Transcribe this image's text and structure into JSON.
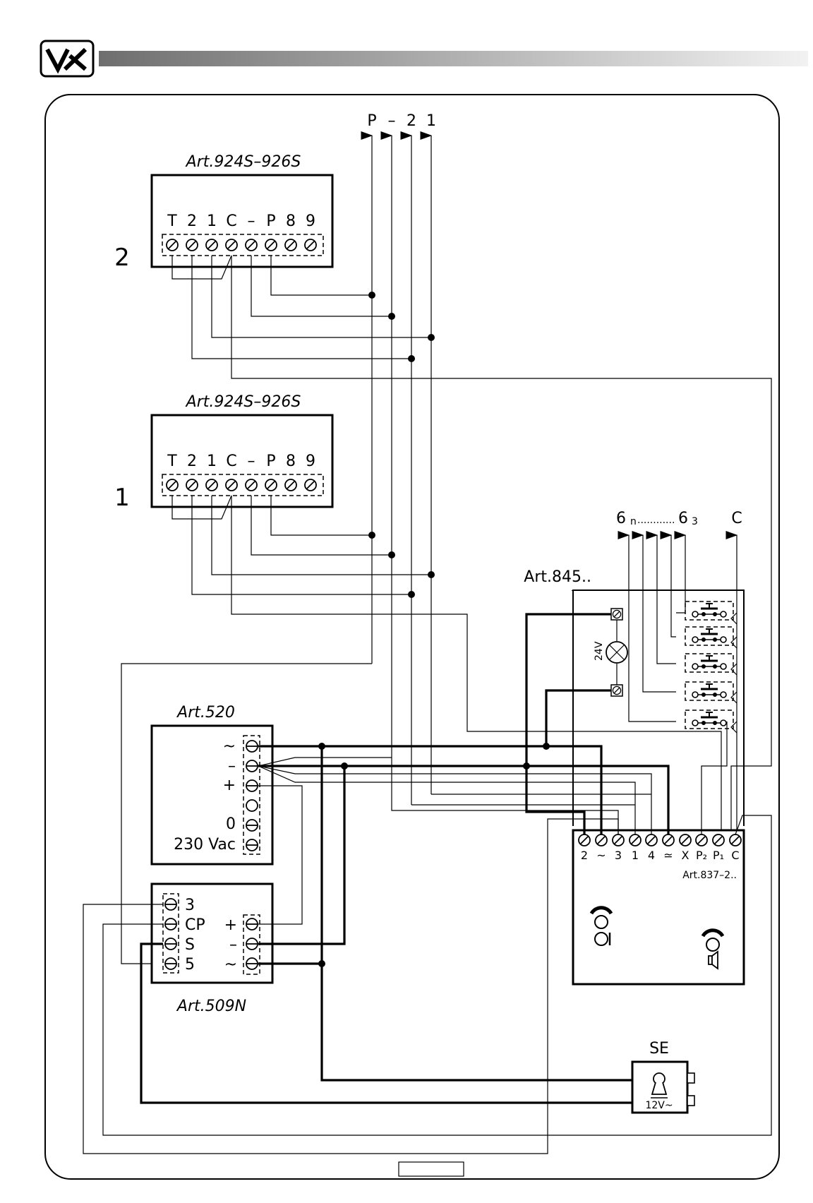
{
  "logo": {
    "text": "VX"
  },
  "bus_labels": [
    "P",
    "–",
    "2",
    "1"
  ],
  "monitor_2": {
    "title": "Art.924S–926S",
    "number": "2",
    "terminals": [
      "T",
      "2",
      "1",
      "C",
      "–",
      "P",
      "8",
      "9"
    ]
  },
  "monitor_1": {
    "title": "Art.924S–926S",
    "number": "1",
    "terminals": [
      "T",
      "2",
      "1",
      "C",
      "–",
      "P",
      "8",
      "9"
    ]
  },
  "art845": {
    "title": "Art.845..",
    "lamp_label": "24V",
    "outputs": {
      "first": "6",
      "first_sub": "n",
      "dots": "............",
      "last": "6",
      "last_sub": "3",
      "common": "C"
    }
  },
  "art520": {
    "title": "Art.520",
    "terminals": [
      "~",
      "–",
      "+",
      "",
      "0",
      ""
    ],
    "voltage": "230  Vac"
  },
  "art509": {
    "title": "Art.509N",
    "left_terminals": [
      "3",
      "CP",
      "S",
      "5"
    ],
    "right_terminals": [
      "+",
      "–",
      "~"
    ]
  },
  "art837": {
    "title": "Art.837–2..",
    "terminals": [
      "2",
      "~",
      "3",
      "1",
      "4",
      "≃",
      "X",
      "P₂",
      "P₁",
      "C"
    ]
  },
  "lock": {
    "label": "SE",
    "voltage": "12V~"
  }
}
